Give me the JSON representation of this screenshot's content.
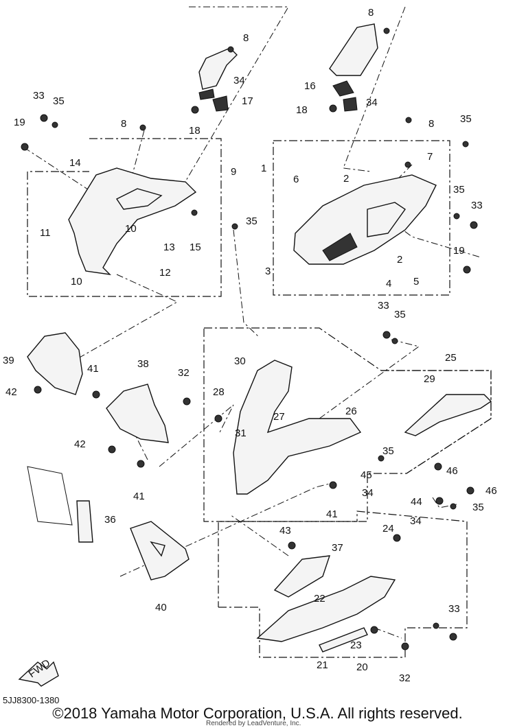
{
  "diagram": {
    "callouts": [
      "1",
      "2",
      "2",
      "3",
      "4",
      "5",
      "6",
      "7",
      "8",
      "8",
      "8",
      "8",
      "9",
      "10",
      "10",
      "11",
      "12",
      "13",
      "14",
      "15",
      "16",
      "17",
      "18",
      "18",
      "19",
      "19",
      "20",
      "21",
      "22",
      "23",
      "24",
      "25",
      "26",
      "27",
      "28",
      "29",
      "30",
      "31",
      "32",
      "32",
      "33",
      "33",
      "33",
      "33",
      "34",
      "34",
      "34",
      "34",
      "35",
      "35",
      "35",
      "35",
      "35",
      "35",
      "35",
      "36",
      "37",
      "38",
      "39",
      "40",
      "41",
      "41",
      "41",
      "42",
      "42",
      "43",
      "44",
      "45",
      "46",
      "46"
    ],
    "fwd_label": "FWD",
    "doc_code": "5JJ8300-1380",
    "copyright": "©2018 Yamaha Motor Corporation, U.S.A. All rights reserved.",
    "rendered_by": "Rendered by LeadVenture, Inc."
  }
}
